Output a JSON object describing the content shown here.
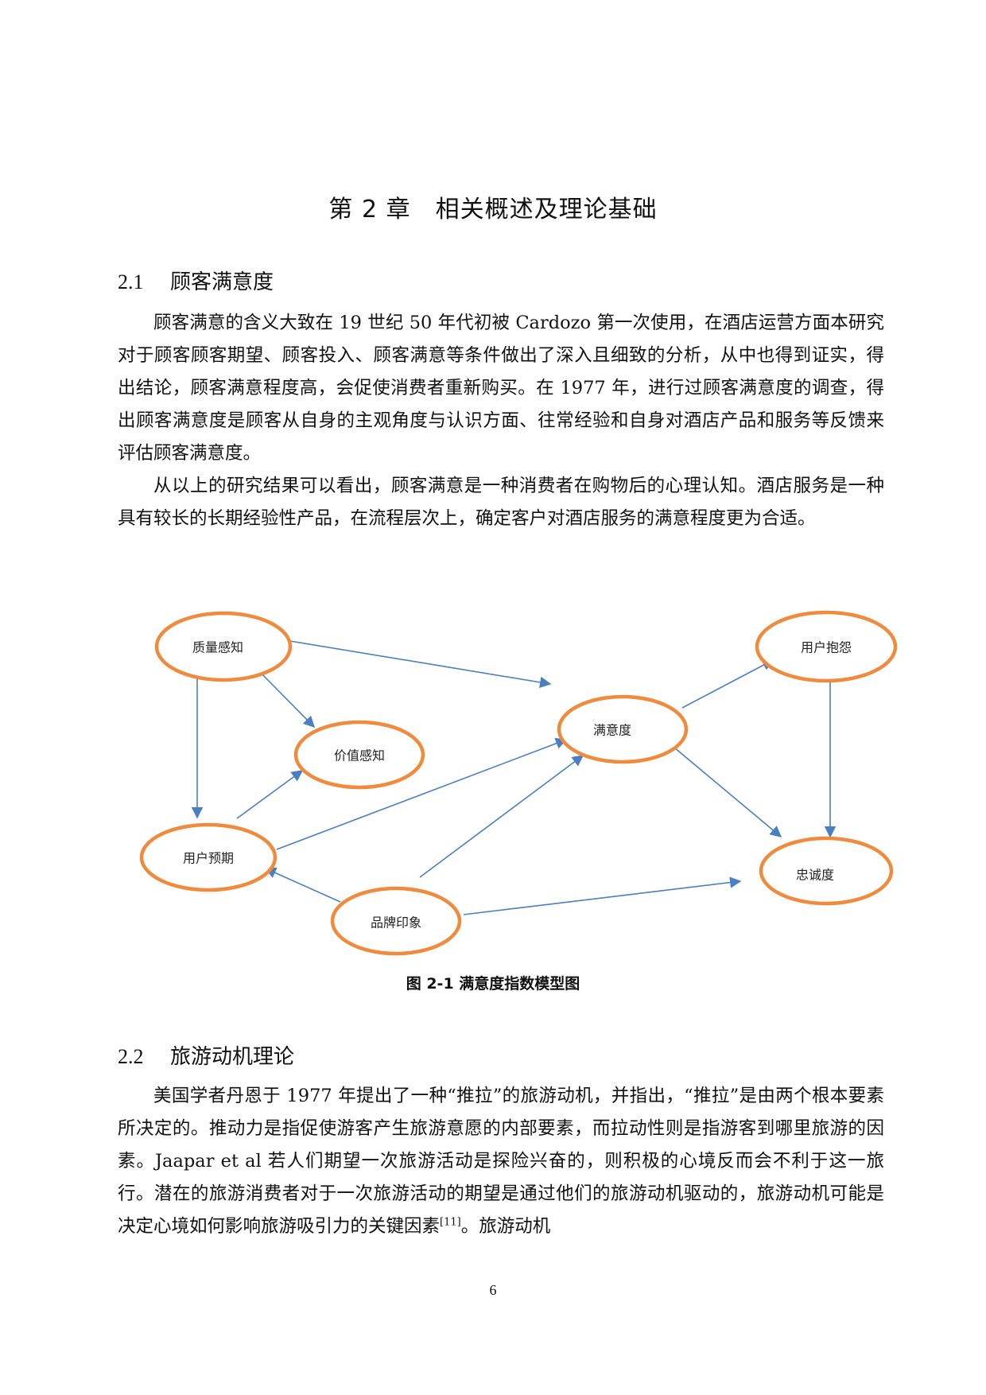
{
  "chapter_title": "第 2 章　相关概述及理论基础",
  "section_1": {
    "number": "2.1",
    "title": "顾客满意度",
    "paragraphs": [
      "顾客满意的含义大致在 19 世纪 50 年代初被 Cardozo 第一次使用，在酒店运营方面本研究对于顾客顾客期望、顾客投入、顾客满意等条件做出了深入且细致的分析，从中也得到证实，得出结论，顾客满意程度高，会促使消费者重新购买。在 1977 年，进行过顾客满意度的调查，得出顾客满意度是顾客从自身的主观角度与认识方面、往常经验和自身对酒店产品和服务等反馈来评估顾客满意度。",
      "从以上的研究结果可以看出，顾客满意是一种消费者在购物后的心理认知。酒店服务是一种具有较长的长期经验性产品，在流程层次上，确定客户对酒店服务的满意程度更为合适。"
    ]
  },
  "diagram": {
    "node_color": "#f08a3c",
    "arrow_color": "#4a7fc1",
    "nodes": {
      "quality": "质量感知",
      "value": "价值感知",
      "expectation": "用户预期",
      "brand": "品牌印象",
      "satisfaction": "满意度",
      "complaint": "用户抱怨",
      "loyalty": "忠诚度"
    },
    "caption": "图 2-1 满意度指数模型图"
  },
  "section_2": {
    "number": "2.2",
    "title": "旅游动机理论",
    "paragraph_main": "美国学者丹恩于 1977 年提出了一种“推拉”的旅游动机，并指出，“推拉”是由两个根本要素所决定的。推动力是指促使游客产生旅游意愿的内部要素，而拉动性则是指游客到哪里旅游的因素。Jaapar et al 若人们期望一次旅游活动是探险兴奋的，则积极的心境反而会不利于这一旅行。潜在的旅游消费者对于一次旅游活动的期望是通过他们的旅游动机驱动的，旅游动机可能是决定心境如何影响旅游吸引力的关键因素",
    "citation": "[11]",
    "paragraph_tail": "。旅游动机"
  },
  "page_number": "6"
}
